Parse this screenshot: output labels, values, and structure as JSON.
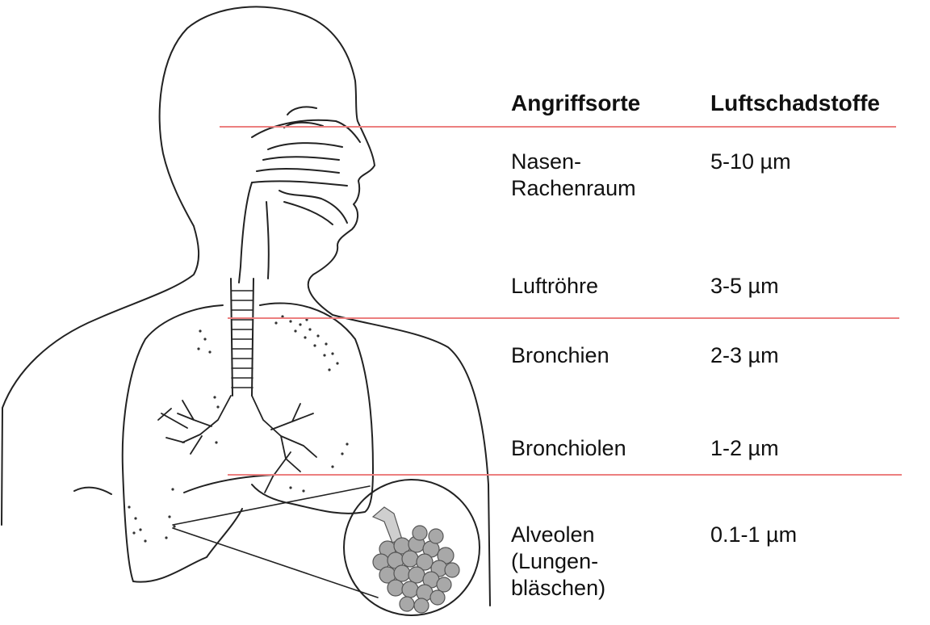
{
  "table": {
    "header_location": "Angriffsorte",
    "header_pollutants": "Luftschadstoffe",
    "rows": [
      {
        "location_lines": [
          "Nasen-",
          "Rachenraum"
        ],
        "size": "5-10 µm"
      },
      {
        "location_lines": [
          "Luftröhre"
        ],
        "size": "3-5 µm"
      },
      {
        "location_lines": [
          "Bronchien"
        ],
        "size": "2-3 µm"
      },
      {
        "location_lines": [
          "Bronchiolen"
        ],
        "size": "1-2 µm"
      },
      {
        "location_lines": [
          "Alveolen",
          "(Lungen-",
          "bläschen)"
        ],
        "size": "0.1-1 µm"
      }
    ]
  },
  "colors": {
    "divider": "#ec7f7f",
    "outline": "#222222",
    "alveoli_fill": "#a8a8a8"
  }
}
